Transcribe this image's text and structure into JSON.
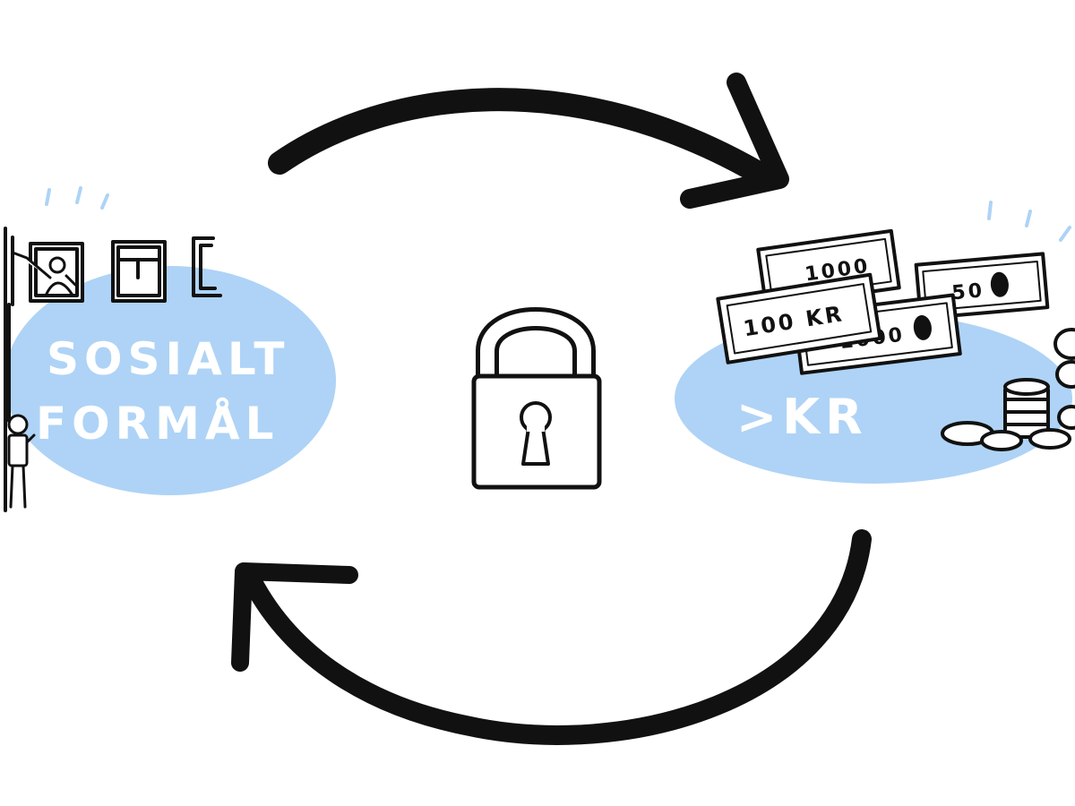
{
  "left_node": {
    "line1": "SOSIALT",
    "line2": "FORMÅL"
  },
  "right_node": {
    "label": ">KR"
  },
  "banknotes": {
    "front": "100 KR",
    "middle": "1000",
    "back": "1000",
    "right": "50"
  },
  "colors": {
    "blob": "#aed3f6",
    "ink": "#111111",
    "background": "#ffffff"
  },
  "icons": {
    "center": "padlock-icon",
    "top_arrow": "arrow-right-icon",
    "bottom_arrow": "arrow-left-icon"
  }
}
